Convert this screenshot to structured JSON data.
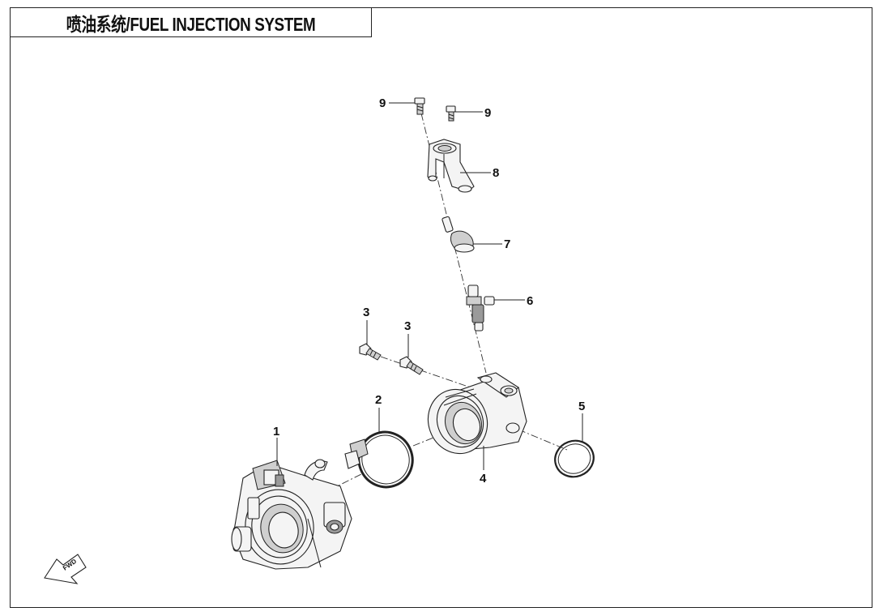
{
  "title": "喷油系统/FUEL INJECTION SYSTEM",
  "callouts": {
    "c1": "1",
    "c2": "2",
    "c3a": "3",
    "c3b": "3",
    "c4": "4",
    "c5": "5",
    "c6": "6",
    "c7": "7",
    "c8": "8",
    "c9a": "9",
    "c9b": "9"
  },
  "fwd_label": "FWD"
}
